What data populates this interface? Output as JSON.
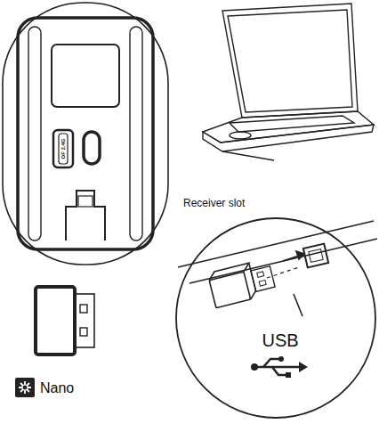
{
  "diagram": {
    "labels": [
      "OF 2.4G",
      "Receiver slot",
      "USB",
      "Nano"
    ]
  }
}
